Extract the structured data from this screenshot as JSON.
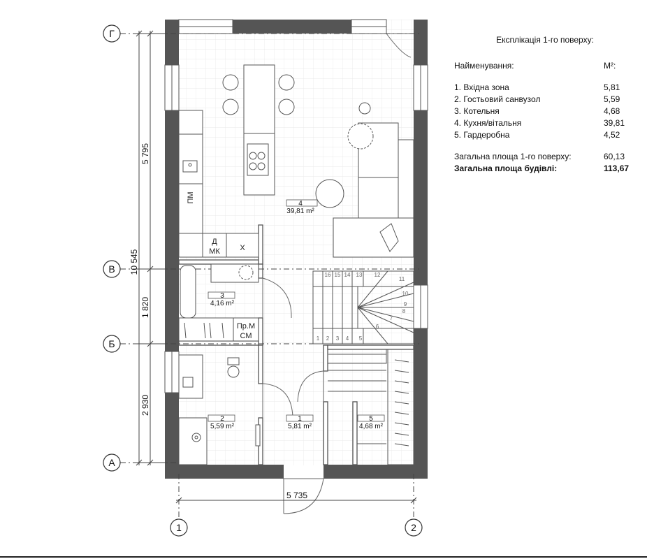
{
  "legend": {
    "title": "Експлікація 1-го поверху:",
    "header_name": "Найменування:",
    "header_area": "M²:",
    "rooms": [
      {
        "name": "1. Вхідна зона",
        "area": "5,81"
      },
      {
        "name": "2. Гостьовий санвузол",
        "area": "5,59"
      },
      {
        "name": "3. Котельня",
        "area": "4,68"
      },
      {
        "name": "4. Кухня/вітальня",
        "area": "39,81"
      },
      {
        "name": "5. Гардеробна",
        "area": "4,52"
      }
    ],
    "total_floor_label": "Загальна площа 1-го поверху:",
    "total_floor_value": "60,13",
    "total_building_label": "Загальна площа будівлі:",
    "total_building_value": "113,67"
  },
  "axes": {
    "row_a": "А",
    "row_b": "Б",
    "row_v": "В",
    "row_g": "Г",
    "col_1": "1",
    "col_2": "2"
  },
  "dimensions": {
    "overall_height": "10 545",
    "span_g_v": "5 795",
    "span_v_b": "1 820",
    "span_b_a": "2 930",
    "overall_width": "5 735"
  },
  "rooms_on_plan": {
    "r4_number": "4",
    "r4_area": "39,81 m²",
    "r3_number": "3",
    "r3_area": "4,16 m²",
    "r2_number": "2",
    "r2_area": "5,59 m²",
    "r1_number": "1",
    "r1_area": "5,81 m²",
    "r5_number": "5",
    "r5_area": "4,68 m²"
  },
  "appliance_labels": {
    "pm": "ПМ",
    "d": "Д",
    "mk": "МК",
    "x": "Х",
    "prm": "Пр.М",
    "sm": "СМ"
  },
  "stair_numbers": [
    "1",
    "2",
    "3",
    "4",
    "5",
    "6",
    "7",
    "8",
    "9",
    "10",
    "11",
    "12",
    "13",
    "14",
    "15",
    "16"
  ]
}
